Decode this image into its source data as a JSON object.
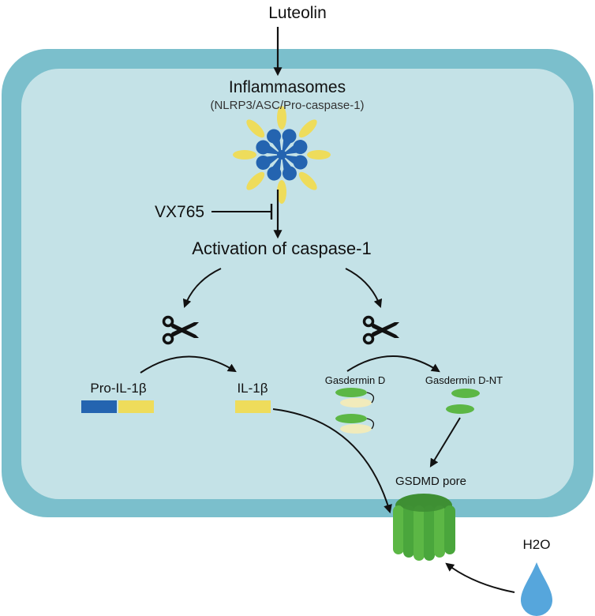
{
  "labels": {
    "inducer": "Luteolin",
    "complex_title": "Inflammasomes",
    "complex_subtitle": "(NLRP3/ASC/Pro-caspase-1)",
    "inhibitor": "VX765",
    "activation": "Activation of caspase-1",
    "precursor": "Pro-IL-1β",
    "cytokine": "IL-1β",
    "gasdermin": "Gasdermin D",
    "gasdermin_nt": "Gasdermin D-NT",
    "pore": "GSDMD pore",
    "water": "H2O"
  },
  "colors": {
    "cell_membrane": "#7bbfcc",
    "cytoplasm": "#c4e2e7",
    "asc_blue": "#2464b0",
    "yellow": "#eedc5b",
    "green": "#5cb745",
    "dark_green": "#3e8f33",
    "pale_yellow": "#f1ebbb",
    "water_drop": "#56a6dc",
    "arrow": "#111111"
  },
  "icons": [
    "inflammasome-icon",
    "scissors-icon",
    "gsdmd-pore-icon",
    "water-drop-icon"
  ]
}
